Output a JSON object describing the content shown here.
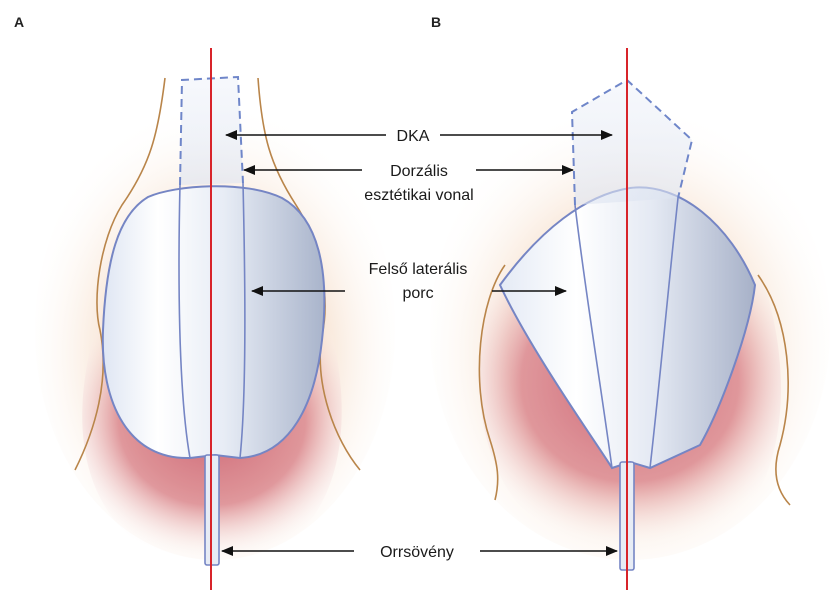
{
  "panels": {
    "a": {
      "letter": "A"
    },
    "b": {
      "letter": "B"
    }
  },
  "labels": {
    "dka": "DKA",
    "dorsal_line_1": "Dorzális",
    "dorsal_line_2": "esztétikai vonal",
    "ulc_line_1": "Felső laterális",
    "ulc_line_2": "porc",
    "septum": "Orrsövény"
  },
  "colors": {
    "midline": "#d8242a",
    "cartilage_outline": "#7585c4",
    "dashed_outline": "#6f86c9",
    "skin_outline": "#b9854a",
    "soft_tissue_red": "#c9606e",
    "soft_tissue_peach": "#f3d2b6",
    "cartilage_fill": "#eef2fa",
    "cartilage_shade": "#aeb8ce",
    "arrow": "#111111"
  }
}
